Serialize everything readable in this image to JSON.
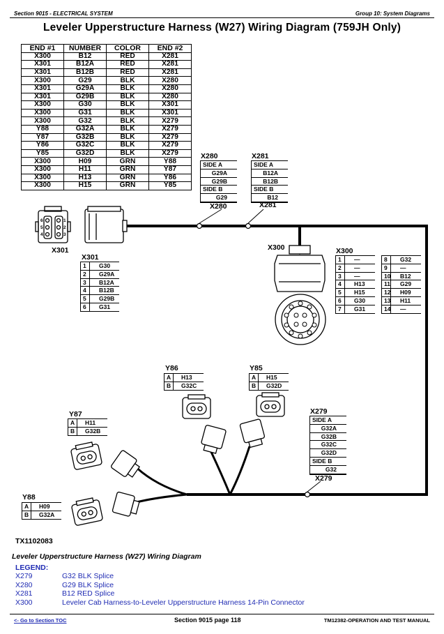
{
  "header": {
    "left": "Section 9015 - ELECTRICAL SYSTEM",
    "right": "Group 10: System Diagrams"
  },
  "title": "Leveler Upperstructure Harness (W27) Wiring Diagram (759JH Only)",
  "wire_table": {
    "headers": [
      "END #1",
      "NUMBER",
      "COLOR",
      "END #2"
    ],
    "rows": [
      [
        "X300",
        "B12",
        "RED",
        "X281"
      ],
      [
        "X301",
        "B12A",
        "RED",
        "X281"
      ],
      [
        "X301",
        "B12B",
        "RED",
        "X281"
      ],
      [
        "X300",
        "G29",
        "BLK",
        "X280"
      ],
      [
        "X301",
        "G29A",
        "BLK",
        "X280"
      ],
      [
        "X301",
        "G29B",
        "BLK",
        "X280"
      ],
      [
        "X300",
        "G30",
        "BLK",
        "X301"
      ],
      [
        "X300",
        "G31",
        "BLK",
        "X301"
      ],
      [
        "X300",
        "G32",
        "BLK",
        "X279"
      ],
      [
        "Y88",
        "G32A",
        "BLK",
        "X279"
      ],
      [
        "Y87",
        "G32B",
        "BLK",
        "X279"
      ],
      [
        "Y86",
        "G32C",
        "BLK",
        "X279"
      ],
      [
        "Y85",
        "G32D",
        "BLK",
        "X279"
      ],
      [
        "X300",
        "H09",
        "GRN",
        "Y88"
      ],
      [
        "X300",
        "H11",
        "GRN",
        "Y87"
      ],
      [
        "X300",
        "H13",
        "GRN",
        "Y86"
      ],
      [
        "X300",
        "H15",
        "GRN",
        "Y85"
      ]
    ]
  },
  "splice_x280": {
    "title": "X280",
    "side_a": "SIDE A",
    "a_wires": [
      "G29A",
      "G29B"
    ],
    "side_b": "SIDE B",
    "b_wires": [
      "G29"
    ],
    "tag": "X280"
  },
  "splice_x281": {
    "title": "X281",
    "side_a": "SIDE A",
    "a_wires": [
      "B12A",
      "B12B"
    ],
    "side_b": "SIDE B",
    "b_wires": [
      "B12"
    ],
    "tag": "X281"
  },
  "splice_x279": {
    "title": "X279",
    "side_a": "SIDE A",
    "a_wires": [
      "G32A",
      "G32B",
      "G32C",
      "G32D"
    ],
    "side_b": "SIDE B",
    "b_wires": [
      "G32"
    ],
    "tag": "X279"
  },
  "x301_connector": {
    "label": "X301",
    "face_pins": [
      "6",
      "5",
      "4",
      "1",
      "2",
      "3"
    ]
  },
  "x301_table": {
    "title": "X301",
    "pins": [
      [
        "1",
        "G30"
      ],
      [
        "2",
        "G29A"
      ],
      [
        "3",
        "B12A"
      ],
      [
        "4",
        "B12B"
      ],
      [
        "5",
        "G29B"
      ],
      [
        "6",
        "G31"
      ]
    ]
  },
  "x300_connector": {
    "label": "X300"
  },
  "x300_table": {
    "title": "X300",
    "left": [
      [
        "1",
        "—"
      ],
      [
        "2",
        "—"
      ],
      [
        "3",
        "—"
      ],
      [
        "4",
        "H13"
      ],
      [
        "5",
        "H15"
      ],
      [
        "6",
        "G30"
      ],
      [
        "7",
        "G31"
      ]
    ],
    "right": [
      [
        "8",
        "G32"
      ],
      [
        "9",
        "—"
      ],
      [
        "10",
        "B12"
      ],
      [
        "11",
        "G29"
      ],
      [
        "12",
        "H09"
      ],
      [
        "13",
        "H11"
      ],
      [
        "14",
        "—"
      ]
    ]
  },
  "y86": {
    "title": "Y86",
    "pins": [
      [
        "A",
        "H13"
      ],
      [
        "B",
        "G32C"
      ]
    ]
  },
  "y85": {
    "title": "Y85",
    "pins": [
      [
        "A",
        "H15"
      ],
      [
        "B",
        "G32D"
      ]
    ]
  },
  "y87": {
    "title": "Y87",
    "pins": [
      [
        "A",
        "H11"
      ],
      [
        "B",
        "G32B"
      ]
    ]
  },
  "y88": {
    "title": "Y88",
    "pins": [
      [
        "A",
        "H09"
      ],
      [
        "B",
        "G32A"
      ]
    ]
  },
  "figure_id": "TX1102083",
  "caption": "Leveler Upperstructure Harness (W27) Wiring Diagram",
  "legend": {
    "heading": "LEGEND:",
    "items": [
      [
        "X279",
        "G32 BLK Splice"
      ],
      [
        "X280",
        "G29 BLK Splice"
      ],
      [
        "X281",
        "B12 RED Splice"
      ],
      [
        "X300",
        "Leveler Cab Harness-to-Leveler Upperstructure Harness 14-Pin Connector"
      ]
    ]
  },
  "footer": {
    "left": "<- Go to Section TOC",
    "center": "Section 9015 page 118",
    "right": "TM12382-OPERATION AND TEST MANUAL"
  }
}
